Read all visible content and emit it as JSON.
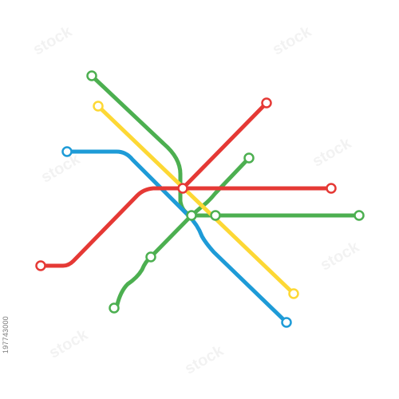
{
  "stock_id": "197743000",
  "watermark": "stock",
  "colors": {
    "red": "#E53935",
    "green": "#4CAF50",
    "yellow": "#FDD835",
    "blue": "#1E9BD7",
    "station_fill": "#ffffff"
  },
  "lines": [
    {
      "id": "green-north",
      "color": "green"
    },
    {
      "id": "yellow-diagonal",
      "color": "yellow"
    },
    {
      "id": "blue-diagonal",
      "color": "blue"
    },
    {
      "id": "red-line",
      "color": "red"
    },
    {
      "id": "green-east",
      "color": "green"
    },
    {
      "id": "green-southwest",
      "color": "green"
    }
  ],
  "stations": [
    {
      "id": "green-north-terminus"
    },
    {
      "id": "yellow-north-terminus"
    },
    {
      "id": "blue-west-terminus"
    },
    {
      "id": "red-northeast-terminus"
    },
    {
      "id": "green-northeast-terminus"
    },
    {
      "id": "red-east-terminus"
    },
    {
      "id": "green-east-terminus"
    },
    {
      "id": "red-west-terminus"
    },
    {
      "id": "green-southwest-terminus"
    },
    {
      "id": "yellow-south-terminus"
    },
    {
      "id": "blue-south-terminus"
    },
    {
      "id": "central-interchange"
    },
    {
      "id": "south-interchange"
    },
    {
      "id": "east-interchange"
    },
    {
      "id": "green-mid-station"
    }
  ]
}
